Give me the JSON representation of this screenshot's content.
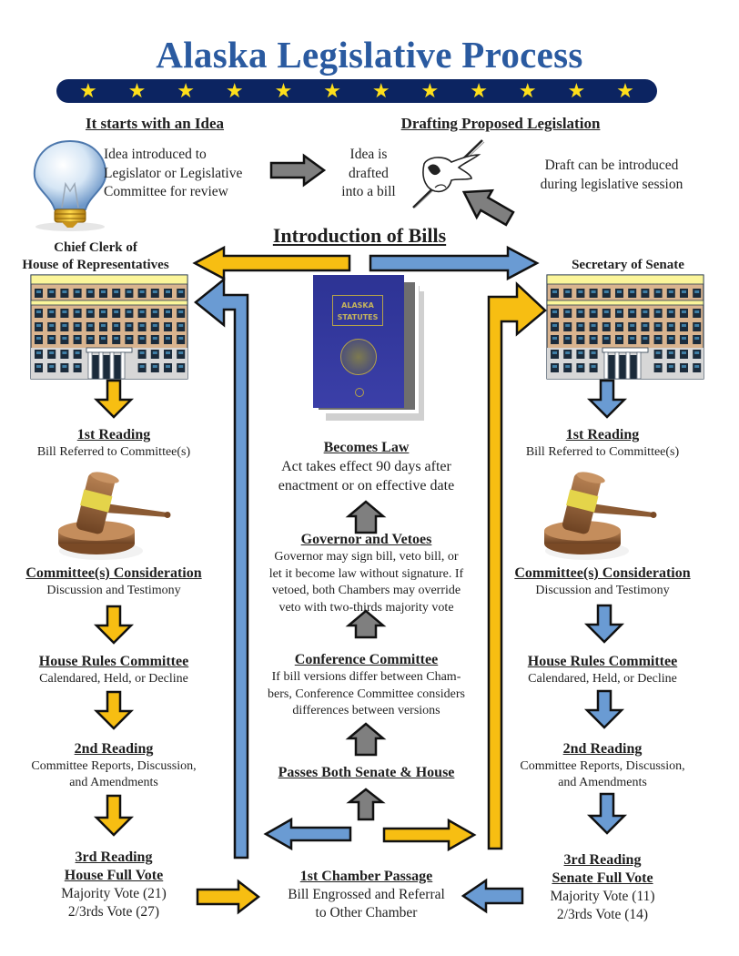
{
  "title": "Alaska Legislative Process",
  "star_count": 12,
  "colors": {
    "title": "#2a5aa0",
    "star_bar": "#0c2461",
    "star": "#ffe01b",
    "house_arrow": "#f7be12",
    "senate_arrow": "#6a9bd3",
    "neutral_arrow": "#7f7f7f"
  },
  "idea": {
    "heading": "It starts with an Idea",
    "text_lines": [
      "Idea introduced to",
      "Legislator or Legislative",
      "Committee for review"
    ],
    "icon": "lightbulb-icon"
  },
  "drafting": {
    "heading": "Drafting Proposed Legislation",
    "left_lines": [
      "Idea is",
      "drafted",
      "into a bill"
    ],
    "right_lines": [
      "Draft can be introduced",
      "during legislative session"
    ],
    "icon": "hand-writing-icon"
  },
  "introduction": {
    "heading": "Introduction of Bills",
    "book": {
      "line1": "ALASKA",
      "line2": "STATUTES"
    }
  },
  "house": {
    "header_lines": [
      "Chief Clerk of",
      "House of Representatives"
    ],
    "steps": [
      {
        "heading": "1st Reading",
        "text": [
          "Bill Referred to Committee(s)"
        ]
      },
      {
        "heading": "Committee(s) Consideration",
        "text": [
          "Discussion and Testimony"
        ]
      },
      {
        "heading": "House Rules Committee",
        "text": [
          "Calendared, Held, or Decline"
        ]
      },
      {
        "heading": "2nd Reading",
        "text": [
          "Committee Reports, Discussion,",
          "and Amendments"
        ]
      },
      {
        "heading": "3rd Reading",
        "heading2": "House Full Vote",
        "text": [
          "Majority Vote (21)",
          "2/3rds Vote (27)"
        ]
      }
    ]
  },
  "senate": {
    "header_lines": [
      "Secretary of Senate"
    ],
    "steps": [
      {
        "heading": "1st Reading",
        "text": [
          "Bill Referred to Committee(s)"
        ]
      },
      {
        "heading": "Committee(s) Consideration",
        "text": [
          "Discussion and Testimony"
        ]
      },
      {
        "heading": "House Rules Committee",
        "text": [
          "Calendared, Held, or Decline"
        ]
      },
      {
        "heading": "2nd Reading",
        "text": [
          "Committee Reports, Discussion,",
          "and Amendments"
        ]
      },
      {
        "heading": "3rd Reading",
        "heading2": "Senate Full Vote",
        "text": [
          "Majority Vote (11)",
          "2/3rds Vote (14)"
        ]
      }
    ]
  },
  "center": {
    "becomes_law": {
      "heading": "Becomes Law",
      "text": [
        "Act takes effect 90 days after",
        "enactment or on effective date"
      ]
    },
    "governor": {
      "heading": "Governor and Vetoes",
      "text": [
        "Governor may sign bill, veto bill, or",
        "let it become law without signature. If",
        "vetoed, both Chambers may override",
        "veto with two-thirds majority vote"
      ]
    },
    "conference": {
      "heading": "Conference Committee",
      "text": [
        "If bill versions differ between Cham-",
        "bers, Conference Committee considers",
        "differences between versions"
      ]
    },
    "passes_both": {
      "heading": "Passes Both Senate & House"
    },
    "first_chamber": {
      "heading": "1st Chamber Passage",
      "text": [
        "Bill Engrossed and Referral",
        "to Other Chamber"
      ]
    }
  }
}
